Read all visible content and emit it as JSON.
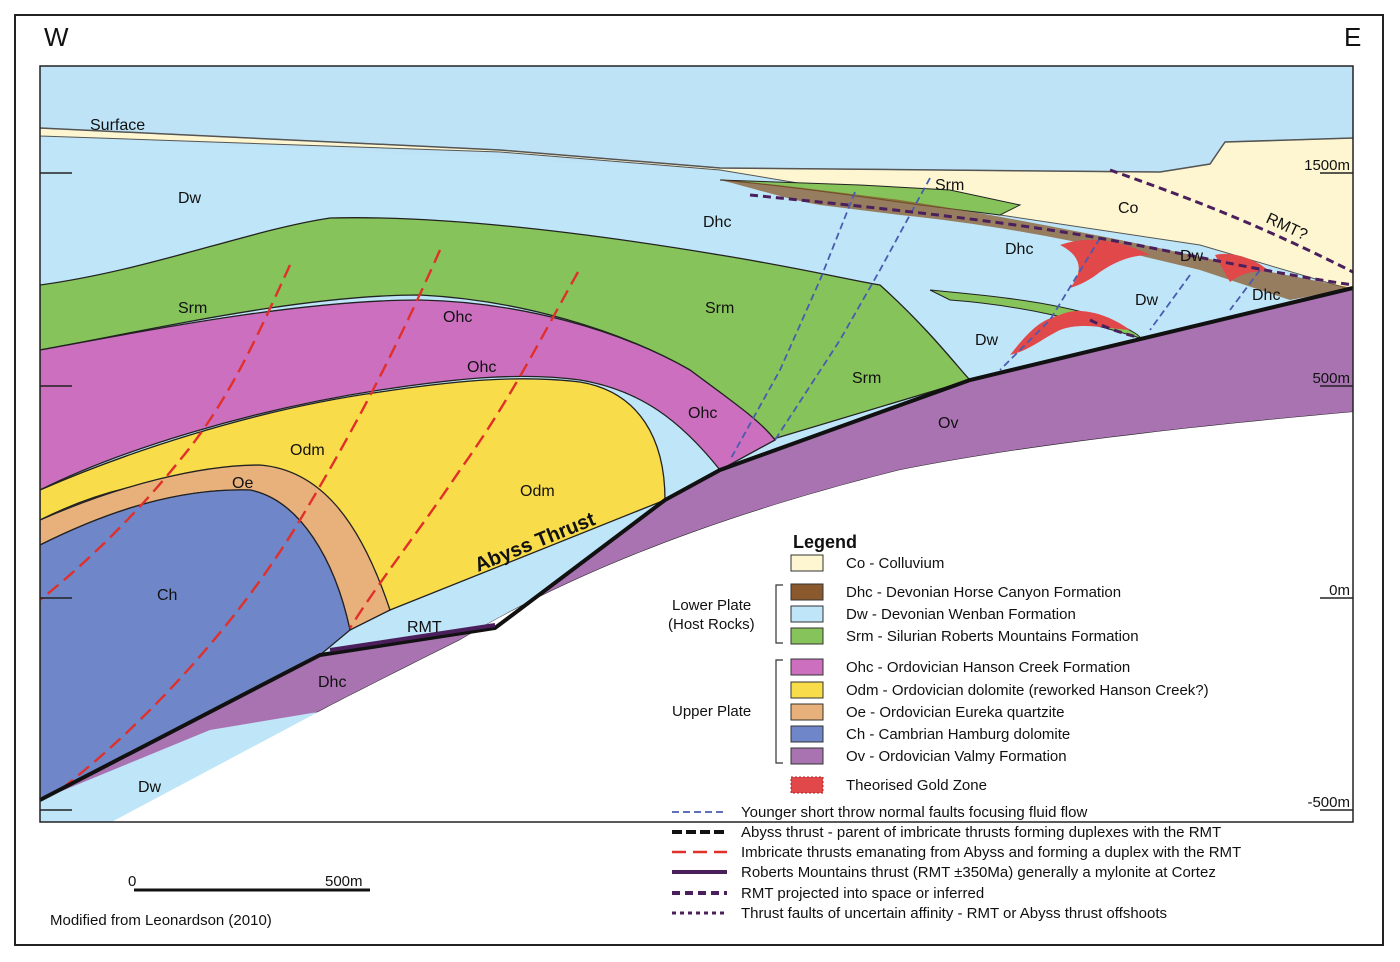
{
  "compass": {
    "west": "W",
    "east": "E"
  },
  "credit": "Modified from Leonardson (2010)",
  "elevations": [
    "1500m",
    "500m",
    "0m",
    "-500m"
  ],
  "scale_bar": {
    "start": "0",
    "end": "500m"
  },
  "labels": {
    "surface": "Surface",
    "abyss_thrust": "Abyss Thrust",
    "rmt": "RMT",
    "rmt_q": "RMT?",
    "dw": "Dw",
    "srm": "Srm",
    "ohc": "Ohc",
    "odm": "Odm",
    "oe": "Oe",
    "ch": "Ch",
    "dhc": "Dhc",
    "co": "Co",
    "ov": "Ov"
  },
  "legend": {
    "title": "Legend",
    "lower_plate_line1": "Lower Plate",
    "lower_plate_line2": "(Host Rocks)",
    "upper_plate": "Upper Plate",
    "units": [
      {
        "code": "Co",
        "text": "Co - Colluvium",
        "color": "#fdf6d0"
      },
      {
        "code": "Dhc",
        "text": "Dhc - Devonian Horse Canyon Formation",
        "color": "#8a5a2e"
      },
      {
        "code": "Dw",
        "text": "Dw - Devonian Wenban Formation",
        "color": "#bfe6f8"
      },
      {
        "code": "Srm",
        "text": "Srm - Silurian Roberts Mountains Formation",
        "color": "#86c35a"
      },
      {
        "code": "Ohc",
        "text": "Ohc - Ordovician Hanson Creek Formation",
        "color": "#cc6fbf"
      },
      {
        "code": "Odm",
        "text": "Odm - Ordovician dolomite (reworked Hanson Creek?)",
        "color": "#f9dc4a"
      },
      {
        "code": "Oe",
        "text": "Oe - Ordovician Eureka quartzite",
        "color": "#e8b07a"
      },
      {
        "code": "Ch",
        "text": "Ch - Cambrian Hamburg dolomite",
        "color": "#6f86c9"
      },
      {
        "code": "Ov",
        "text": "Ov - Ordovician Valmy Formation",
        "color": "#a973b2"
      },
      {
        "code": "Gold",
        "text": "Theorised Gold Zone",
        "color": "#e0484a"
      }
    ],
    "lines": [
      {
        "text": "Younger short throw normal faults focusing fluid flow",
        "color": "#4a5bb0"
      },
      {
        "text": "Abyss thrust - parent of imbricate thrusts forming duplexes with the RMT",
        "color": "#111111"
      },
      {
        "text": "Imbricate thrusts emanating from Abyss and forming a duplex with the RMT",
        "color": "#e0302a"
      },
      {
        "text": "Roberts Mountains thrust (RMT ±350Ma) generally a mylonite at Cortez",
        "color": "#4a1f5c"
      },
      {
        "text": "RMT projected into space or inferred",
        "color": "#4a1f5c"
      },
      {
        "text": "Thrust faults of uncertain affinity - RMT or Abyss thrust offshoots",
        "color": "#4a1f5c"
      }
    ]
  }
}
